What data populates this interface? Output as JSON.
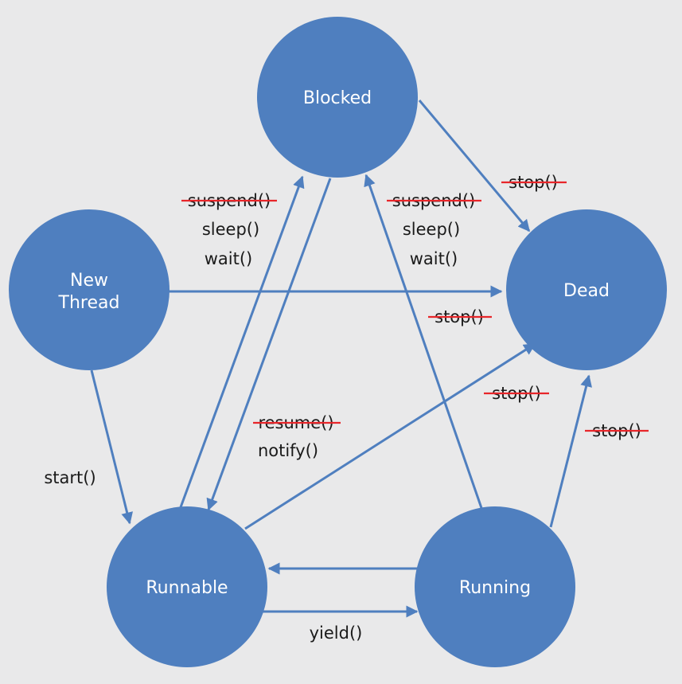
{
  "colors": {
    "background": "#e9e9ea",
    "node": "#4f7fbf",
    "edge": "#4f7fbf",
    "label": "#1a1a1a",
    "strike": "#e8262a"
  },
  "nodes": {
    "blocked": "Blocked",
    "new_thread_line1": "New",
    "new_thread_line2": "Thread",
    "dead": "Dead",
    "runnable": "Runnable",
    "running": "Running"
  },
  "labels": {
    "suspend_left": "suspend()",
    "sleep_left": "sleep()",
    "wait_left": "wait()",
    "suspend_right": "suspend()",
    "sleep_right": "sleep()",
    "wait_right": "wait()",
    "stop_blocked": "stop()",
    "stop_new": "stop()",
    "stop_runnable": "stop()",
    "stop_running": "stop()",
    "resume": "resume()",
    "notify": "notify()",
    "start": "start()",
    "yield": "yield()"
  }
}
